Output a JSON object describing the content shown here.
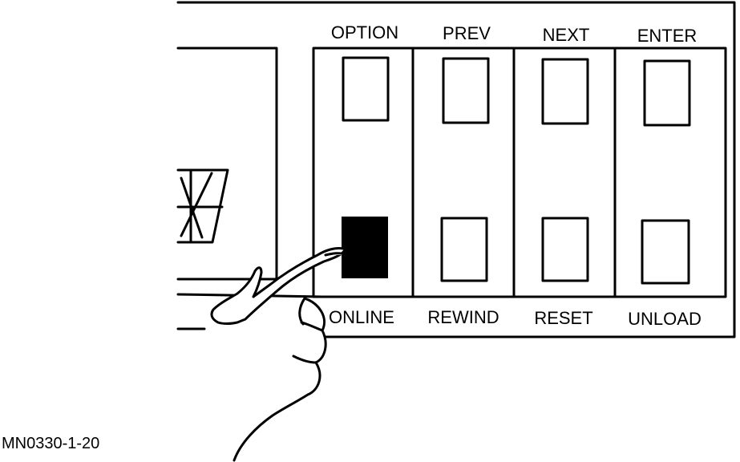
{
  "labels": {
    "top": {
      "option": "OPTION",
      "prev": "PREV",
      "next": "NEXT",
      "enter": "ENTER"
    },
    "bottom": {
      "online": "ONLINE",
      "rewind": "REWIND",
      "reset": "RESET",
      "unload": "UNLOAD"
    }
  },
  "figure_id": "MN0330-1-20",
  "buttons": {
    "online_state": "pressed"
  },
  "colors": {
    "ink": "#000000",
    "paper": "#ffffff"
  },
  "icons": {
    "indicator": "starburst-indicator-icon",
    "hand": "pointing-hand-icon"
  }
}
